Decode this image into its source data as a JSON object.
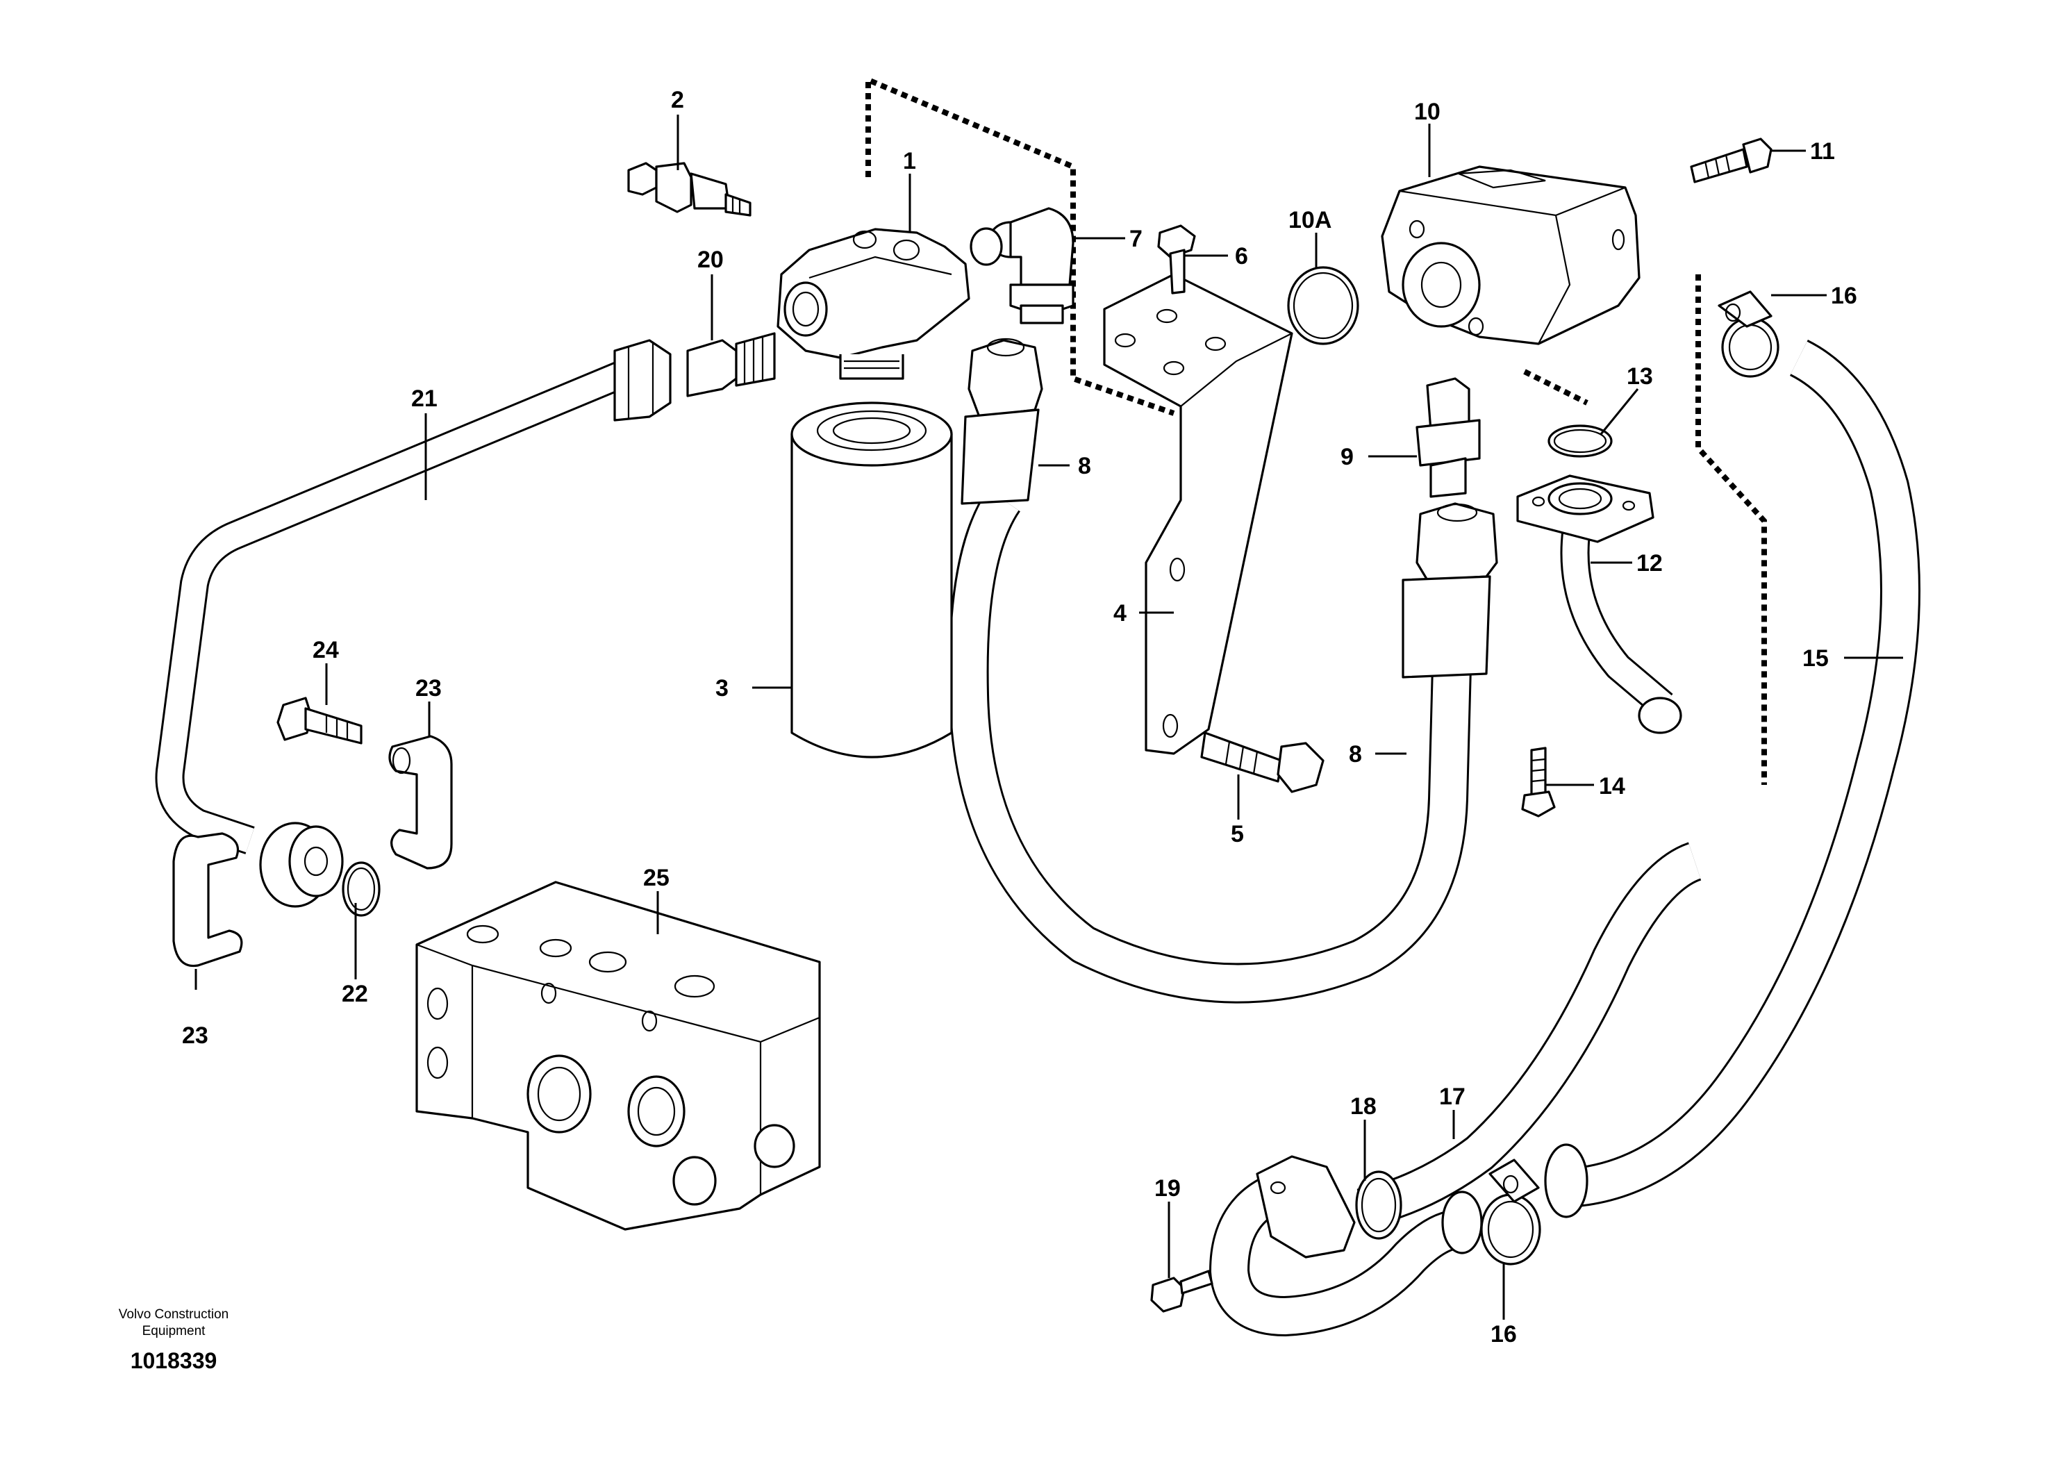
{
  "diagram": {
    "callouts": {
      "c1": "1",
      "c2": "2",
      "c3": "3",
      "c4": "4",
      "c5": "5",
      "c6": "6",
      "c7": "7",
      "c8a": "8",
      "c8b": "8",
      "c9": "9",
      "c10": "10",
      "c10a": "10A",
      "c11": "11",
      "c12": "12",
      "c13": "13",
      "c14": "14",
      "c15": "15",
      "c16a": "16",
      "c16b": "16",
      "c17": "17",
      "c18": "18",
      "c19": "19",
      "c20": "20",
      "c21": "21",
      "c22": "22",
      "c23a": "23",
      "c23b": "23",
      "c24": "24",
      "c25": "25"
    },
    "footer": {
      "credit_line1": "Volvo Construction",
      "credit_line2": "Equipment",
      "doc_number": "1018339"
    }
  }
}
